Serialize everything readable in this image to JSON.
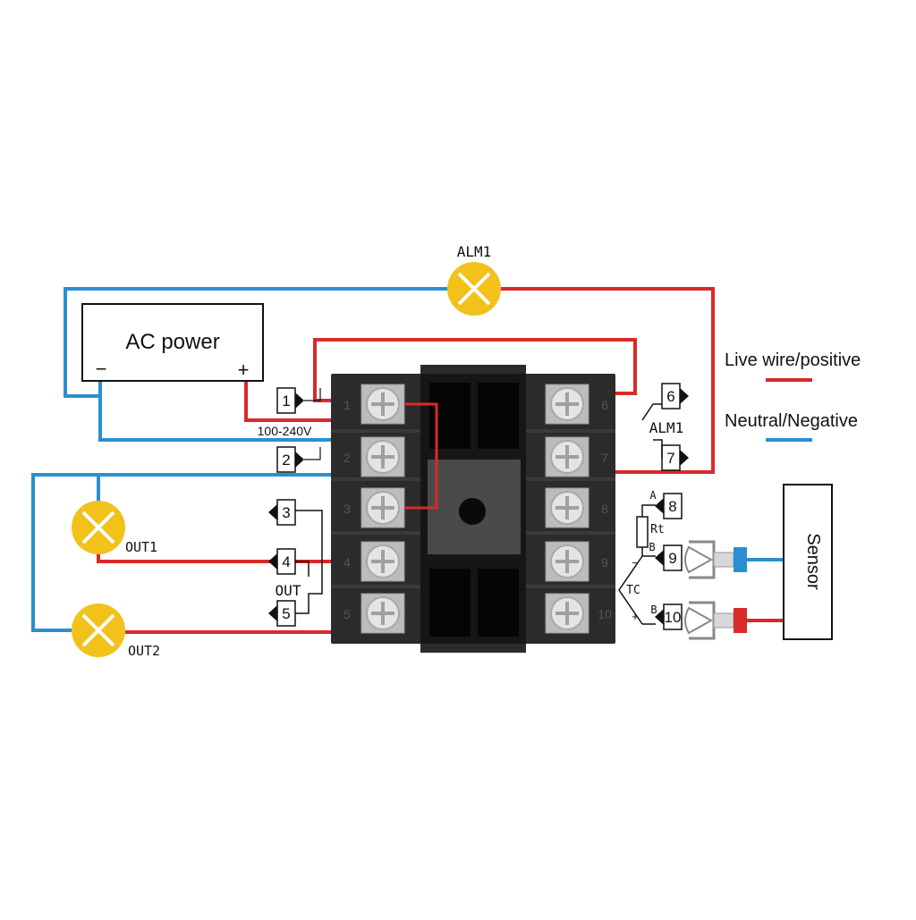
{
  "colors": {
    "live": "#d82a2a",
    "neutral": "#2a8fd0",
    "housing": "#2b2b2b",
    "housing_dark": "#161616",
    "screw": "#e4e4e4",
    "lamp": "#f2c21b",
    "lamp_cross": "#ffffff"
  },
  "labels": {
    "ac_power": "AC power",
    "ac_minus": "−",
    "ac_plus": "+",
    "voltage": "100-240V",
    "alm1_lamp": "ALM1",
    "alm1_relay": "ALM1",
    "out1": "OUT1",
    "out2": "OUT2",
    "out": "OUT",
    "sensor": "Sensor",
    "rt": "Rt",
    "tc": "TC",
    "a": "A",
    "b_upper": "B",
    "b_lower": "B",
    "tc_minus": "−",
    "tc_plus": "+"
  },
  "legend": {
    "live": "Live wire/positive",
    "neutral": "Neutral/Negative"
  },
  "terminals": {
    "left": [
      "1",
      "2",
      "3",
      "4",
      "5"
    ],
    "right": [
      "6",
      "7",
      "8",
      "9",
      "10"
    ],
    "housing_left": [
      "1",
      "2",
      "3",
      "4",
      "5"
    ],
    "housing_right": [
      "6",
      "7",
      "8",
      "9",
      "10"
    ]
  }
}
